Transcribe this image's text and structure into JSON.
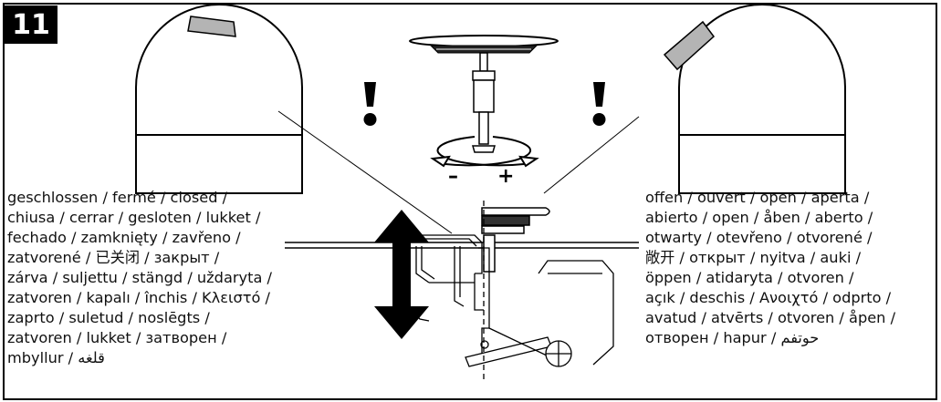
{
  "figure": {
    "step_number": "11",
    "rotation_minus": "–",
    "rotation_plus": "+",
    "caution_mark": "!"
  },
  "closed_caption": {
    "lines": [
      "geschlossen / fermé / closed /",
      "chiusa / cerrar / gesloten / lukket /",
      "fechado / zamknięty / zavřeno /",
      "zatvorené / 已关闭 / закрыт /",
      "zárva / suljettu / stängd / uždaryta /",
      "zatvoren / kapalı / închis / Κλειστό /",
      "zaprto / suletud / noslēgts /",
      "zatvoren / lukket / затворен /",
      "mbyllur / قلغه"
    ]
  },
  "open_caption": {
    "lines": [
      "offen / ouvert / open / aperta /",
      "abierto / open / åben / aberto /",
      "otwarty / otevřeno / otvorené /",
      "敞开 / открыт / nyitva / auki /",
      "öppen / atidaryta / otvoren /",
      "açık / deschis / Ανοιχτό / odprto /",
      "avatud / atvērts / otvoren / åpen /",
      "отворен / hapur / حوتفم"
    ]
  },
  "colors": {
    "line": "#000000",
    "indicator": "#b4b4b4",
    "background": "#ffffff"
  },
  "icons": [
    "exclamation-icon",
    "rotation-arrow-icon",
    "vertical-arrow-icon"
  ]
}
